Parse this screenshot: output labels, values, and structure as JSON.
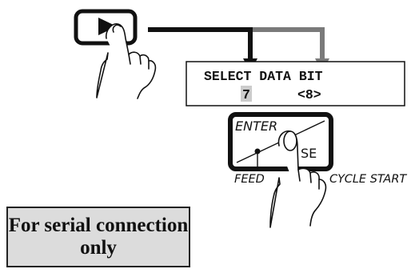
{
  "lcd": {
    "line1": "SELECT DATA BIT",
    "option_a": "7",
    "option_b": "<8>"
  },
  "panel_key": {
    "label_top": "ENTER",
    "label_right": "SE",
    "caption_left": "FEED",
    "caption_right": "CYCLE START"
  },
  "note": {
    "text": "For serial connection\nonly"
  },
  "colors": {
    "arrow_primary": "#111111",
    "arrow_secondary": "#7a7a7a",
    "note_background": "#dcdcdc",
    "highlight_7": "#cccccc"
  },
  "icons": {
    "right_key": "play-triangle-icon",
    "hand": "pointing-hand-icon"
  }
}
